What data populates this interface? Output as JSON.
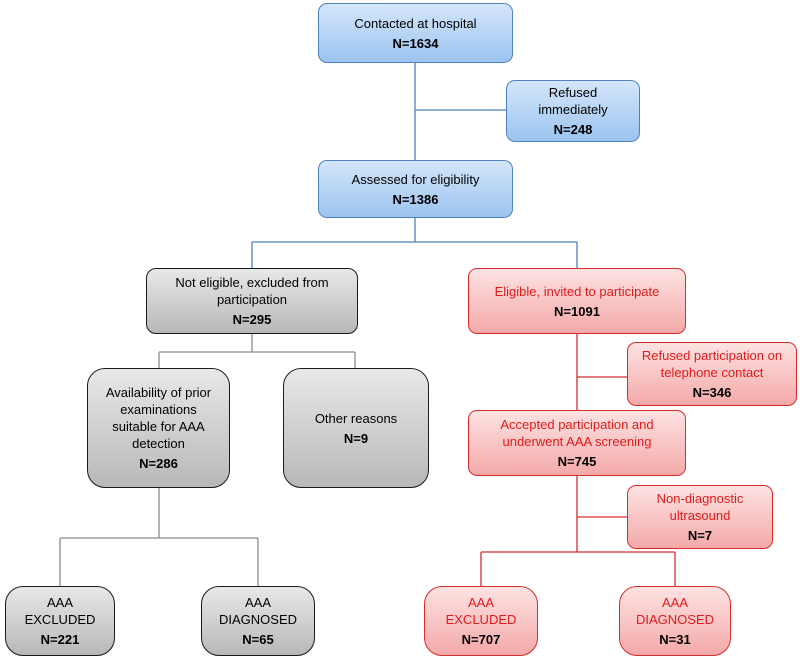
{
  "colors": {
    "blue_line": "#4f81bd",
    "gray_line": "#8c8c8c",
    "red_line": "#d62d2d",
    "red_text": "#e31b1b"
  },
  "nodes": {
    "contacted": {
      "label": "Contacted at hospital",
      "count": "N=1634"
    },
    "refused_imm": {
      "label": "Refused\nimmediately",
      "count": "N=248"
    },
    "assessed": {
      "label": "Assessed for eligibility",
      "count": "N=1386"
    },
    "not_eligible": {
      "label": "Not eligible, excluded from\nparticipation",
      "count": "N=295"
    },
    "eligible": {
      "label": "Eligible, invited to participate",
      "count": "N=1091"
    },
    "prior_exam": {
      "label": "Availability of prior\nexaminations\nsuitable for AAA\ndetection",
      "count": "N=286"
    },
    "other": {
      "label": "Other reasons",
      "count": "N=9"
    },
    "refused_tel": {
      "label": "Refused participation on\ntelephone contact",
      "count": "N=346"
    },
    "accepted": {
      "label": "Accepted participation and\nunderwent AAA screening",
      "count": "N=745"
    },
    "nondiag": {
      "label": "Non-diagnostic\nultrasound",
      "count": "N=7"
    },
    "gray_excl": {
      "label": "AAA\nEXCLUDED",
      "count": "N=221"
    },
    "gray_diag": {
      "label": "AAA\nDIAGNOSED",
      "count": "N=65"
    },
    "red_excl": {
      "label": "AAA\nEXCLUDED",
      "count": "N=707"
    },
    "red_diag": {
      "label": "AAA\nDIAGNOSED",
      "count": "N=31"
    }
  }
}
